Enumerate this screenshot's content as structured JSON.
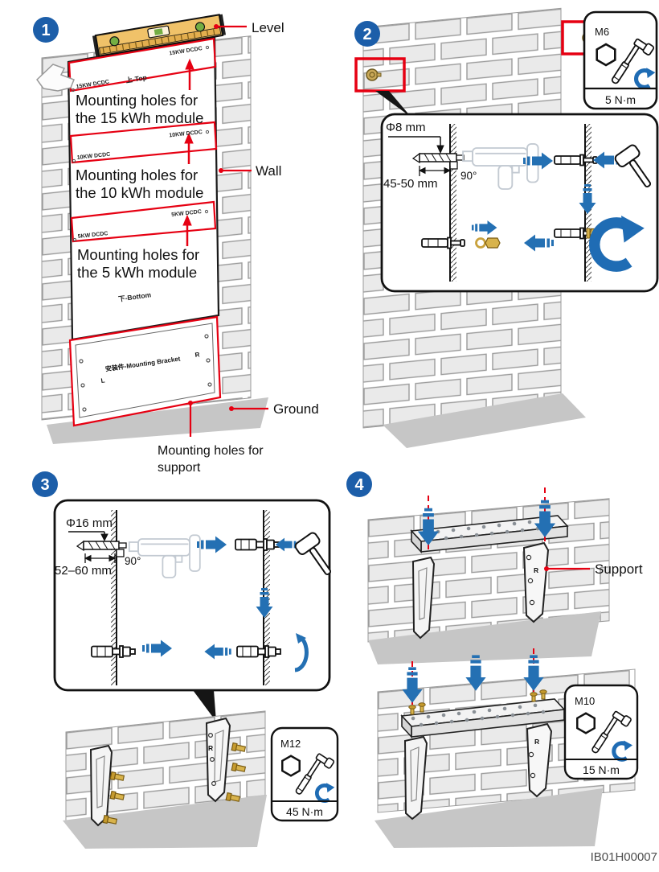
{
  "doc_code": "IB01H00007",
  "colors": {
    "accent_red": "#e60012",
    "badge_blue": "#1c5ea9",
    "arrow_blue": "#2470b3",
    "torque_blue": "#1f6cb4",
    "level_orange": "#f0c269",
    "bolt_gold": "#d8b34c",
    "brick_gray": "#eaeaea",
    "ground_gray": "#c6c6c6"
  },
  "step1": {
    "badge": "1",
    "callouts": {
      "level": "Level",
      "wall": "Wall",
      "ground": "Ground",
      "support_holes_line1": "Mounting holes for",
      "support_holes_line2": "support"
    },
    "template": {
      "band15_right": "15KW DCDC",
      "band15_left": "15KW DCDC",
      "top_mark": "上-Top",
      "m15_line1": "Mounting holes for",
      "m15_line2": "the 15 kWh module",
      "band10_right": "10KW DCDC",
      "band10_left": "10KW DCDC",
      "m10_line1": "Mounting holes for",
      "m10_line2": "the 10 kWh module",
      "band5_right": "5KW DCDC",
      "band5_left": "5KW DCDC",
      "m5_line1": "Mounting holes for",
      "m5_line2": "the 5 kWh module",
      "bottom_mark": "下-Bottom",
      "bracket_label": "安装件-Mounting Bracket",
      "left_mark": "L",
      "right_mark": "R"
    }
  },
  "step2": {
    "badge": "2",
    "drill": {
      "diameter": "Φ8 mm",
      "depth": "45-50 mm",
      "angle": "90°"
    },
    "torque": {
      "bolt": "M6",
      "value": "5 N·m"
    }
  },
  "step3": {
    "badge": "3",
    "drill": {
      "diameter": "Φ16 mm",
      "depth": "52–60 mm",
      "angle": "90°"
    },
    "torque": {
      "bolt": "M12",
      "value": "45 N·m"
    },
    "bracket_right_mark": "R"
  },
  "step4": {
    "badge": "4",
    "support_label": "Support",
    "torque": {
      "bolt": "M10",
      "value": "15 N·m"
    },
    "bracket_right_mark": "R"
  }
}
